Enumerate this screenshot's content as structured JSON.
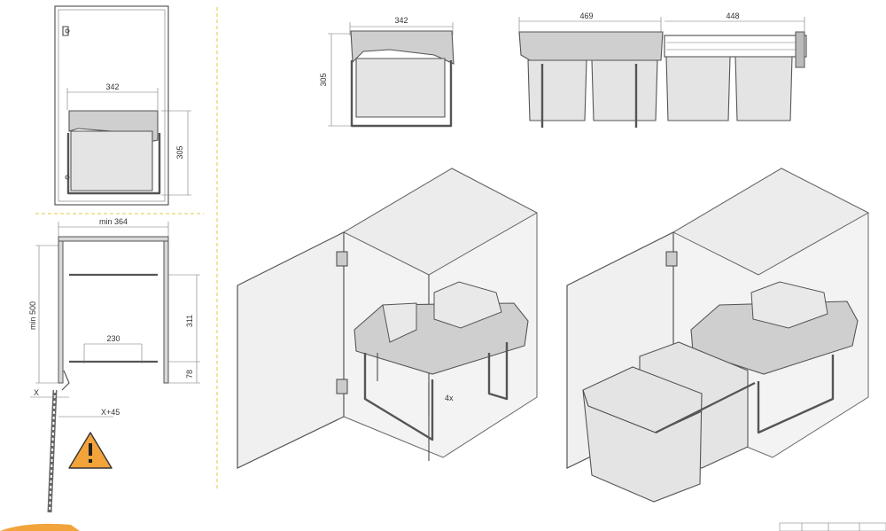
{
  "dimensions": {
    "door_width": "342",
    "door_height": "305",
    "cab_min_width": "min 364",
    "cab_min_depth": "min 500",
    "rail_top": "311",
    "rail_bottom": "78",
    "bin_spacing": "230",
    "offset_x": "X",
    "offset_x45": "X+45",
    "front_width": "342",
    "front_height": "305",
    "top_width": "469",
    "top_extension": "448"
  },
  "annotations": {
    "screws": "4x"
  },
  "colors": {
    "warning": "#f2a33a",
    "line": "#4a4a4a",
    "bin_fill": "#e4e4e4",
    "separator": "#e0c84a"
  },
  "icons": [
    "warning-triangle-icon"
  ]
}
